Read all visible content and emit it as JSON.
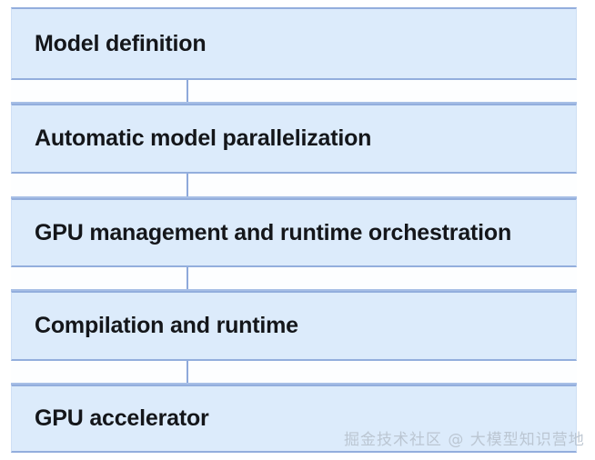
{
  "diagram": {
    "type": "vertical-stack",
    "title": "",
    "layers": [
      {
        "id": "model-definition",
        "label": "Model definition"
      },
      {
        "id": "auto-parallel",
        "label": "Automatic model parallelization"
      },
      {
        "id": "gpu-management",
        "label": "GPU management and runtime orchestration"
      },
      {
        "id": "compilation",
        "label": "Compilation and runtime"
      },
      {
        "id": "gpu-accelerator",
        "label": "GPU accelerator"
      }
    ],
    "colors": {
      "box_fill": "#dcebfb",
      "box_border": "#93aedd",
      "gap_fill": "#fdfeff",
      "connector_line": "#8ea9db",
      "text": "#14161a",
      "watermark": "#b9c3cf",
      "background": "#ffffff"
    }
  },
  "watermark": {
    "text": "掘金技术社区 @ 大模型知识营地"
  }
}
